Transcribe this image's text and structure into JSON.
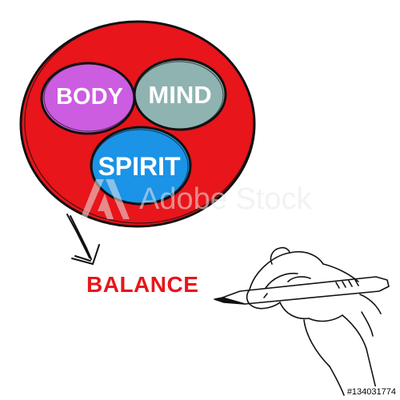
{
  "diagram": {
    "nodes": [
      {
        "id": "body",
        "label": "BODY"
      },
      {
        "id": "mind",
        "label": "MIND"
      },
      {
        "id": "spirit",
        "label": "SPIRIT"
      }
    ],
    "outcome": "BALANCE",
    "colors": {
      "outer_circle": "#e8151b",
      "body": "#cc5ce0",
      "mind": "#8fb3b1",
      "spirit": "#1b93e6",
      "outcome_text": "#e8151b",
      "outline": "#111111"
    }
  },
  "watermark": {
    "text": "Adobe Stock",
    "stock_id": "#134031774"
  },
  "icons": [
    "hand-with-pen-icon",
    "arrow-down-icon",
    "adobe-logo-icon"
  ]
}
